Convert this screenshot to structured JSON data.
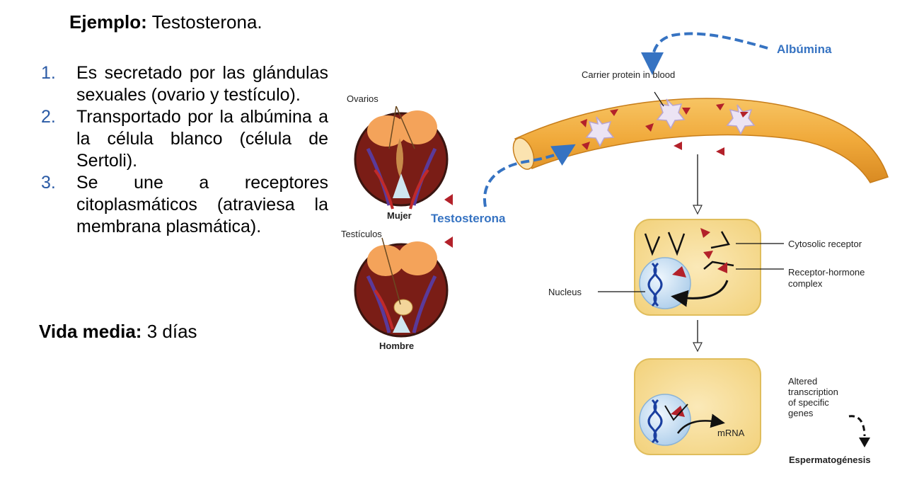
{
  "example": {
    "label": "Ejemplo:",
    "value": "Testosterona."
  },
  "steps": [
    {
      "num": "1.",
      "text": "Es secretado por las glándulas sexuales (ovario y testículo)."
    },
    {
      "num": "2.",
      "text": "Transportado por la albúmina a la célula blanco (célula de Sertoli)."
    },
    {
      "num": "3.",
      "text": "Se une a receptores citoplasmáticos (atraviesa la membrana plasmática)."
    }
  ],
  "halflife": {
    "label": "Vida media:",
    "value": "3 días"
  },
  "gonads": {
    "ovaries_label": "Ovarios",
    "female_label": "Mujer",
    "testes_label": "Testículos",
    "male_label": "Hombre"
  },
  "vessel": {
    "carrier_label": "Carrier protein in blood",
    "albumin_label": "Albúmina",
    "testosterone_label": "Testosterona"
  },
  "cell1": {
    "cytosolic_label": "Cytosolic receptor",
    "complex_label_1": "Receptor-hormone",
    "complex_label_2": "complex",
    "nucleus_label": "Nucleus"
  },
  "cell2": {
    "altered_1": "Altered",
    "altered_2": "transcription",
    "altered_3": "of specific",
    "altered_4": "genes",
    "mrna_label": "mRNA",
    "outcome_label": "Espermatogénesis"
  },
  "colors": {
    "step_number": "#2a5aa5",
    "blue_annotation": "#3673c2",
    "vessel": "#f0a93a",
    "cell": "#f6dc93",
    "nucleus": "#cfe3f5",
    "hormone": "#b3212a"
  }
}
